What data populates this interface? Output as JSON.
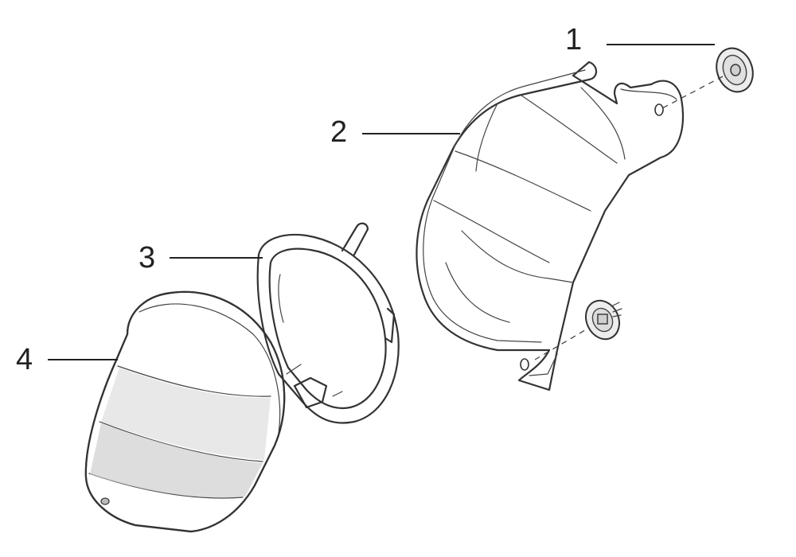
{
  "callouts": [
    {
      "id": "1",
      "label": "1"
    },
    {
      "id": "2",
      "label": "2"
    },
    {
      "id": "3",
      "label": "3"
    },
    {
      "id": "4",
      "label": "4"
    }
  ],
  "colors": {
    "line": "#333333",
    "shade_light": "#ececec",
    "shade_mid": "#dddddd",
    "shade_dark": "#c9c9c9",
    "background": "#ffffff"
  }
}
